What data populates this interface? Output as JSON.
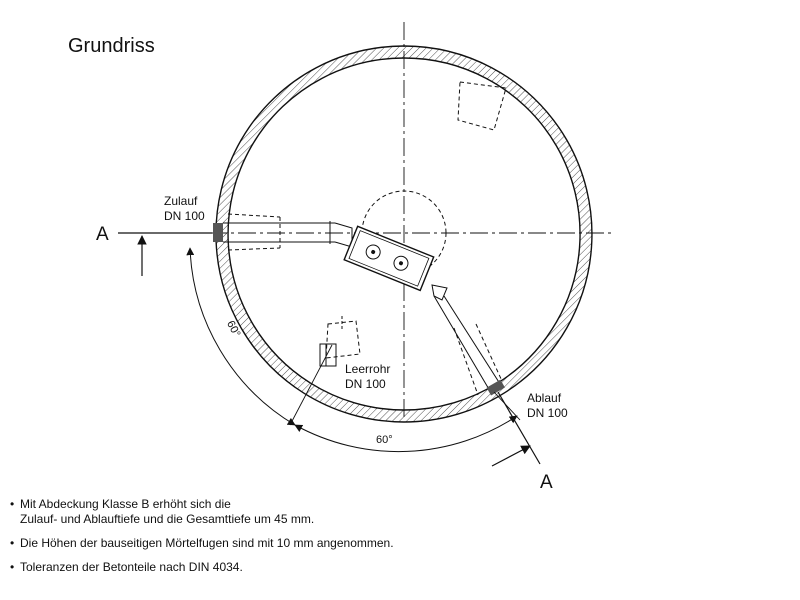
{
  "title": "Grundriss",
  "labels": {
    "section_left": "A",
    "section_right": "A",
    "inlet_name": "Zulauf",
    "inlet_size": "DN 100",
    "outlet_name": "Ablauf",
    "outlet_size": "DN 100",
    "empty_pipe_name": "Leerrohr",
    "empty_pipe_size": "DN 100",
    "angle_left": "60°",
    "angle_bottom": "60°"
  },
  "notes": [
    {
      "line1": "Mit Abdeckung Klasse B erhöht sich die",
      "line2": "Zulauf- und Ablauftiefe und die Gesamttiefe um 45 mm."
    },
    {
      "line1": "Die Höhen der bauseitigen Mörtelfugen sind mit 10 mm angenommen.",
      "line2": ""
    },
    {
      "line1": "Toleranzen der Betonteile nach DIN 4034.",
      "line2": ""
    }
  ]
}
